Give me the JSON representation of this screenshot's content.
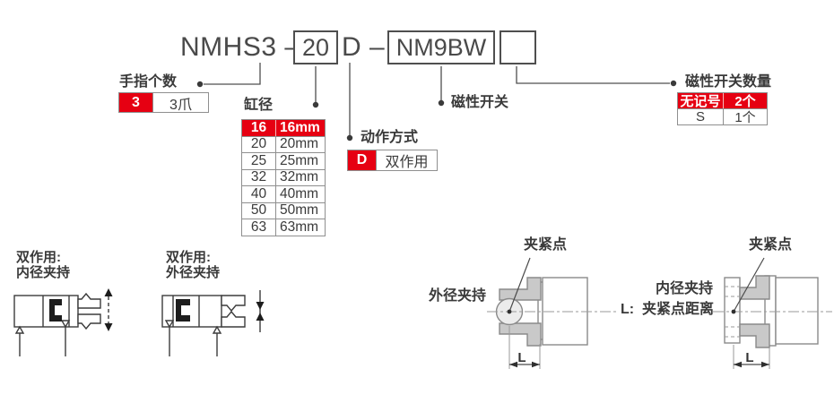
{
  "colors": {
    "accent": "#e60012",
    "line": "#4a4a4a",
    "text": "#3a3a3a"
  },
  "title": {
    "prefix": "NMHS3 –",
    "bore": "20",
    "action": "D –",
    "switch_model": "NM9BW",
    "blank": ""
  },
  "fingers": {
    "label": "手指个数",
    "rows": [
      {
        "code": "3",
        "desc": "3爪"
      }
    ]
  },
  "bore": {
    "label": "缸径",
    "rows": [
      {
        "code": "16",
        "desc": "16mm"
      },
      {
        "code": "20",
        "desc": "20mm"
      },
      {
        "code": "25",
        "desc": "25mm"
      },
      {
        "code": "32",
        "desc": "32mm"
      },
      {
        "code": "40",
        "desc": "40mm"
      },
      {
        "code": "50",
        "desc": "50mm"
      },
      {
        "code": "63",
        "desc": "63mm"
      }
    ]
  },
  "action": {
    "label": "动作方式",
    "rows": [
      {
        "code": "D",
        "desc": "双作用"
      }
    ]
  },
  "magnetic_switch": {
    "label": "磁性开关"
  },
  "switch_qty": {
    "label": "磁性开关数量",
    "rows": [
      {
        "code": "无记号",
        "desc": "2个"
      },
      {
        "code": "S",
        "desc": "1个"
      }
    ]
  },
  "symbols": {
    "internal": {
      "line1": "双作用:",
      "line2": "内径夹持"
    },
    "external": {
      "line1": "双作用:",
      "line2": "外径夹持"
    }
  },
  "drawings": {
    "external": {
      "label": "外径夹持",
      "clamp_point": "夹紧点",
      "dim": "L"
    },
    "internal": {
      "label": "内径夹持",
      "clamp_point": "夹紧点",
      "dim": "L"
    },
    "note": "L:  夹紧点距离"
  }
}
